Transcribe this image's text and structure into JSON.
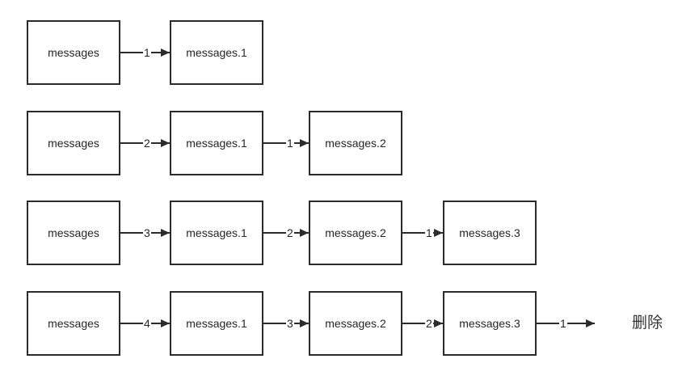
{
  "rows": [
    {
      "nodes": [
        "messages",
        "messages.1"
      ],
      "edges": [
        "1"
      ]
    },
    {
      "nodes": [
        "messages",
        "messages.1",
        "messages.2"
      ],
      "edges": [
        "2",
        "1"
      ]
    },
    {
      "nodes": [
        "messages",
        "messages.1",
        "messages.2",
        "messages.3"
      ],
      "edges": [
        "3",
        "2",
        "1"
      ]
    },
    {
      "nodes": [
        "messages",
        "messages.1",
        "messages.2",
        "messages.3"
      ],
      "edges": [
        "4",
        "3",
        "2",
        "1"
      ],
      "result": "删除"
    }
  ]
}
